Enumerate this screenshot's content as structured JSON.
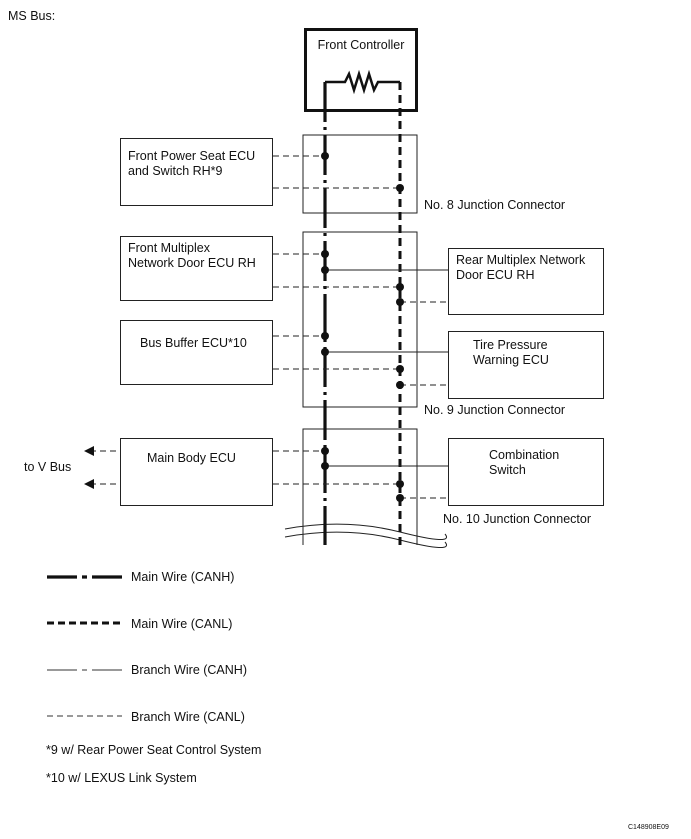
{
  "title": "MS Bus:",
  "front_controller": "Front Controller",
  "ecus": {
    "front_power_seat": [
      "Front Power Seat ECU",
      "and Switch RH*9"
    ],
    "front_multiplex": [
      "Front Multiplex",
      "Network Door ECU RH"
    ],
    "bus_buffer": "Bus Buffer ECU*10",
    "main_body": "Main Body ECU",
    "rear_multiplex": [
      "Rear Multiplex Network",
      "Door ECU RH"
    ],
    "tire_pressure": [
      "Tire Pressure",
      "Warning ECU"
    ],
    "combination_switch": [
      "Combination",
      "Switch"
    ]
  },
  "junctions": {
    "j8": "No. 8 Junction Connector",
    "j9": "No. 9 Junction Connector",
    "j10": "No. 10 Junction Connector"
  },
  "to_v_bus": "to V Bus",
  "legend": [
    {
      "label": "Main Wire (CANH)",
      "style": "thick-dash-dot"
    },
    {
      "label": "Main Wire (CANL)",
      "style": "thick-dash"
    },
    {
      "label": "Branch Wire (CANH)",
      "style": "thin-dash-dot"
    },
    {
      "label": "Branch Wire (CANL)",
      "style": "thin-dash"
    }
  ],
  "notes": [
    "*9 w/ Rear Power Seat Control System",
    "*10 w/ LEXUS Link System"
  ],
  "figure_code": "C148908E09"
}
